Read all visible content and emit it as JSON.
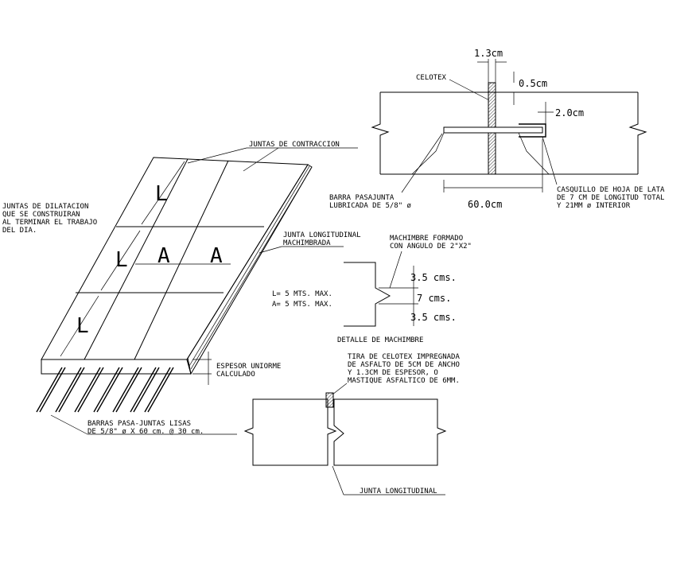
{
  "slab": {
    "contraction_label": "JUNTAS DE CONTRACCION",
    "dilation_label": [
      "JUNTAS DE DILATACION",
      "QUE SE CONSTRUIRAN",
      "AL TERMINAR EL TRABAJO",
      "DEL DIA."
    ],
    "longitudinal_label": [
      "JUNTA LONGITUDINAL",
      "MACHIMBRADA"
    ],
    "length_letter": "L",
    "width_letter": "A",
    "thickness_label": [
      "ESPESOR UNIORME",
      "CALCULADO"
    ],
    "bars_label": [
      "BARRAS PASA-JUNTAS LISAS",
      "DE 5/8\" ø X 60 cm. @ 30 cm."
    ]
  },
  "dowel_detail": {
    "dim_top": "1.3cm",
    "dim_gap": "0.5cm",
    "dim_cap": "2.0cm",
    "celotex_label": "CELOTEX",
    "bar_label": [
      "BARRA PASAJUNTA",
      "LUBRICADA DE 5/8\" ø"
    ],
    "length_dim": "60.0cm",
    "sleeve_label": [
      "CASQUILLO DE HOJA DE LATA",
      "DE 7 CM DE LONGITUD TOTAL",
      "Y 21MM ø INTERIOR"
    ]
  },
  "tongue_detail": {
    "machimbre_label": [
      "MACHIMBRE FORMADO",
      "CON ANGULO DE 2\"X2\""
    ],
    "limits": [
      "L= 5 MTS. MAX.",
      "A= 5 MTS. MAX."
    ],
    "dims": [
      "3.5 cms.",
      "7 cms.",
      "3.5 cms."
    ],
    "title": "DETALLE DE MACHIMBRE"
  },
  "joint_section": {
    "celotex_strip_label": [
      "TIRA DE CELOTEX IMPREGNADA",
      "DE ASFALTO DE 5CM DE ANCHO",
      "Y 1.3CM DE ESPESOR, O",
      "MASTIQUE ASFALTICO DE 6MM."
    ],
    "longitudinal_label": "JUNTA LONGITUDINAL"
  }
}
